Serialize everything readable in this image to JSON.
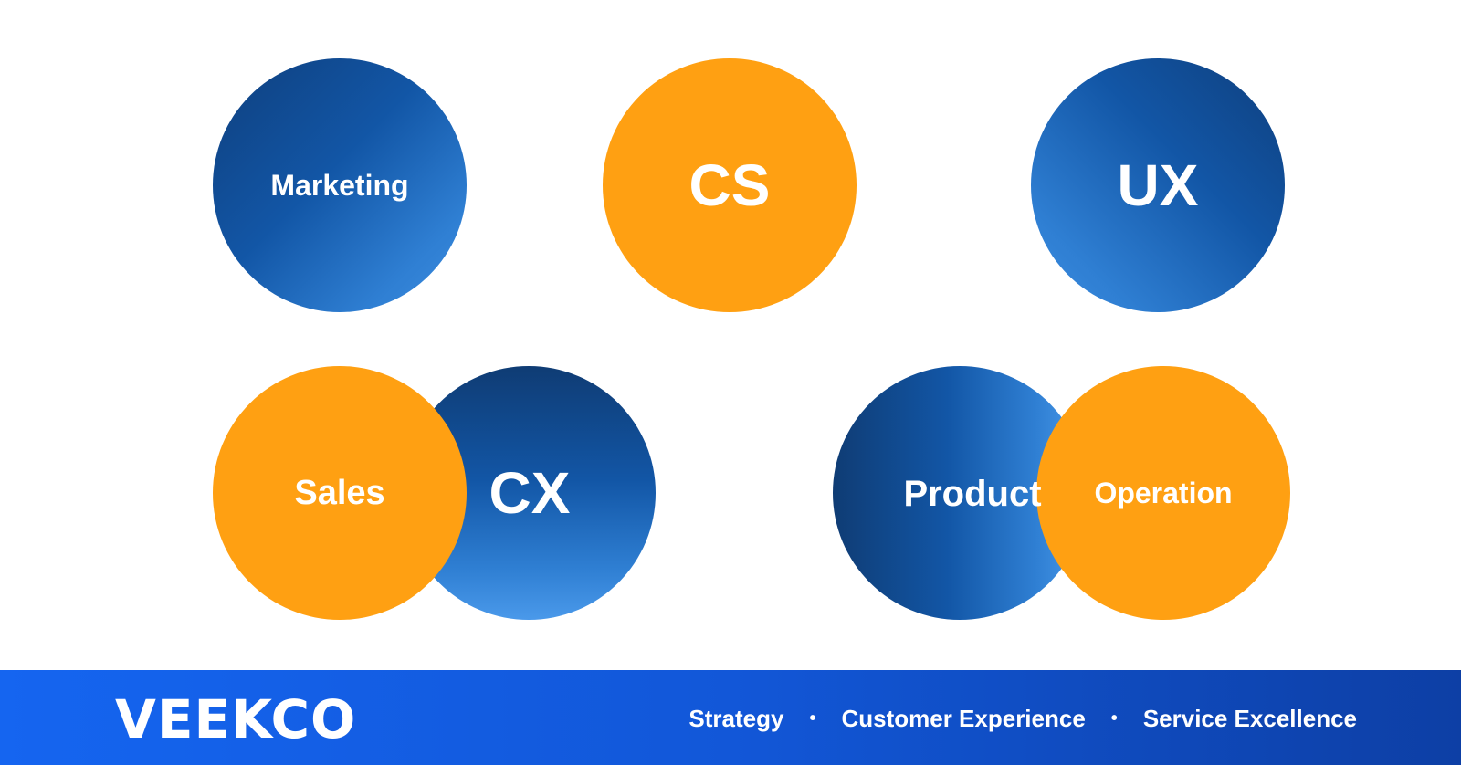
{
  "colors": {
    "orange": "#FFA012",
    "blue_dark": "#0f3f7d",
    "blue_light": "#3d8de0",
    "footer_blue": "#1565f0"
  },
  "circles": {
    "marketing": "Marketing",
    "cs": "CS",
    "ux": "UX",
    "sales": "Sales",
    "cx": "CX",
    "product": "Product",
    "operation": "Operation"
  },
  "footer": {
    "logo": "VEEKCO",
    "items": [
      "Strategy",
      "Customer Experience",
      "Service Excellence"
    ],
    "separator": "•"
  }
}
